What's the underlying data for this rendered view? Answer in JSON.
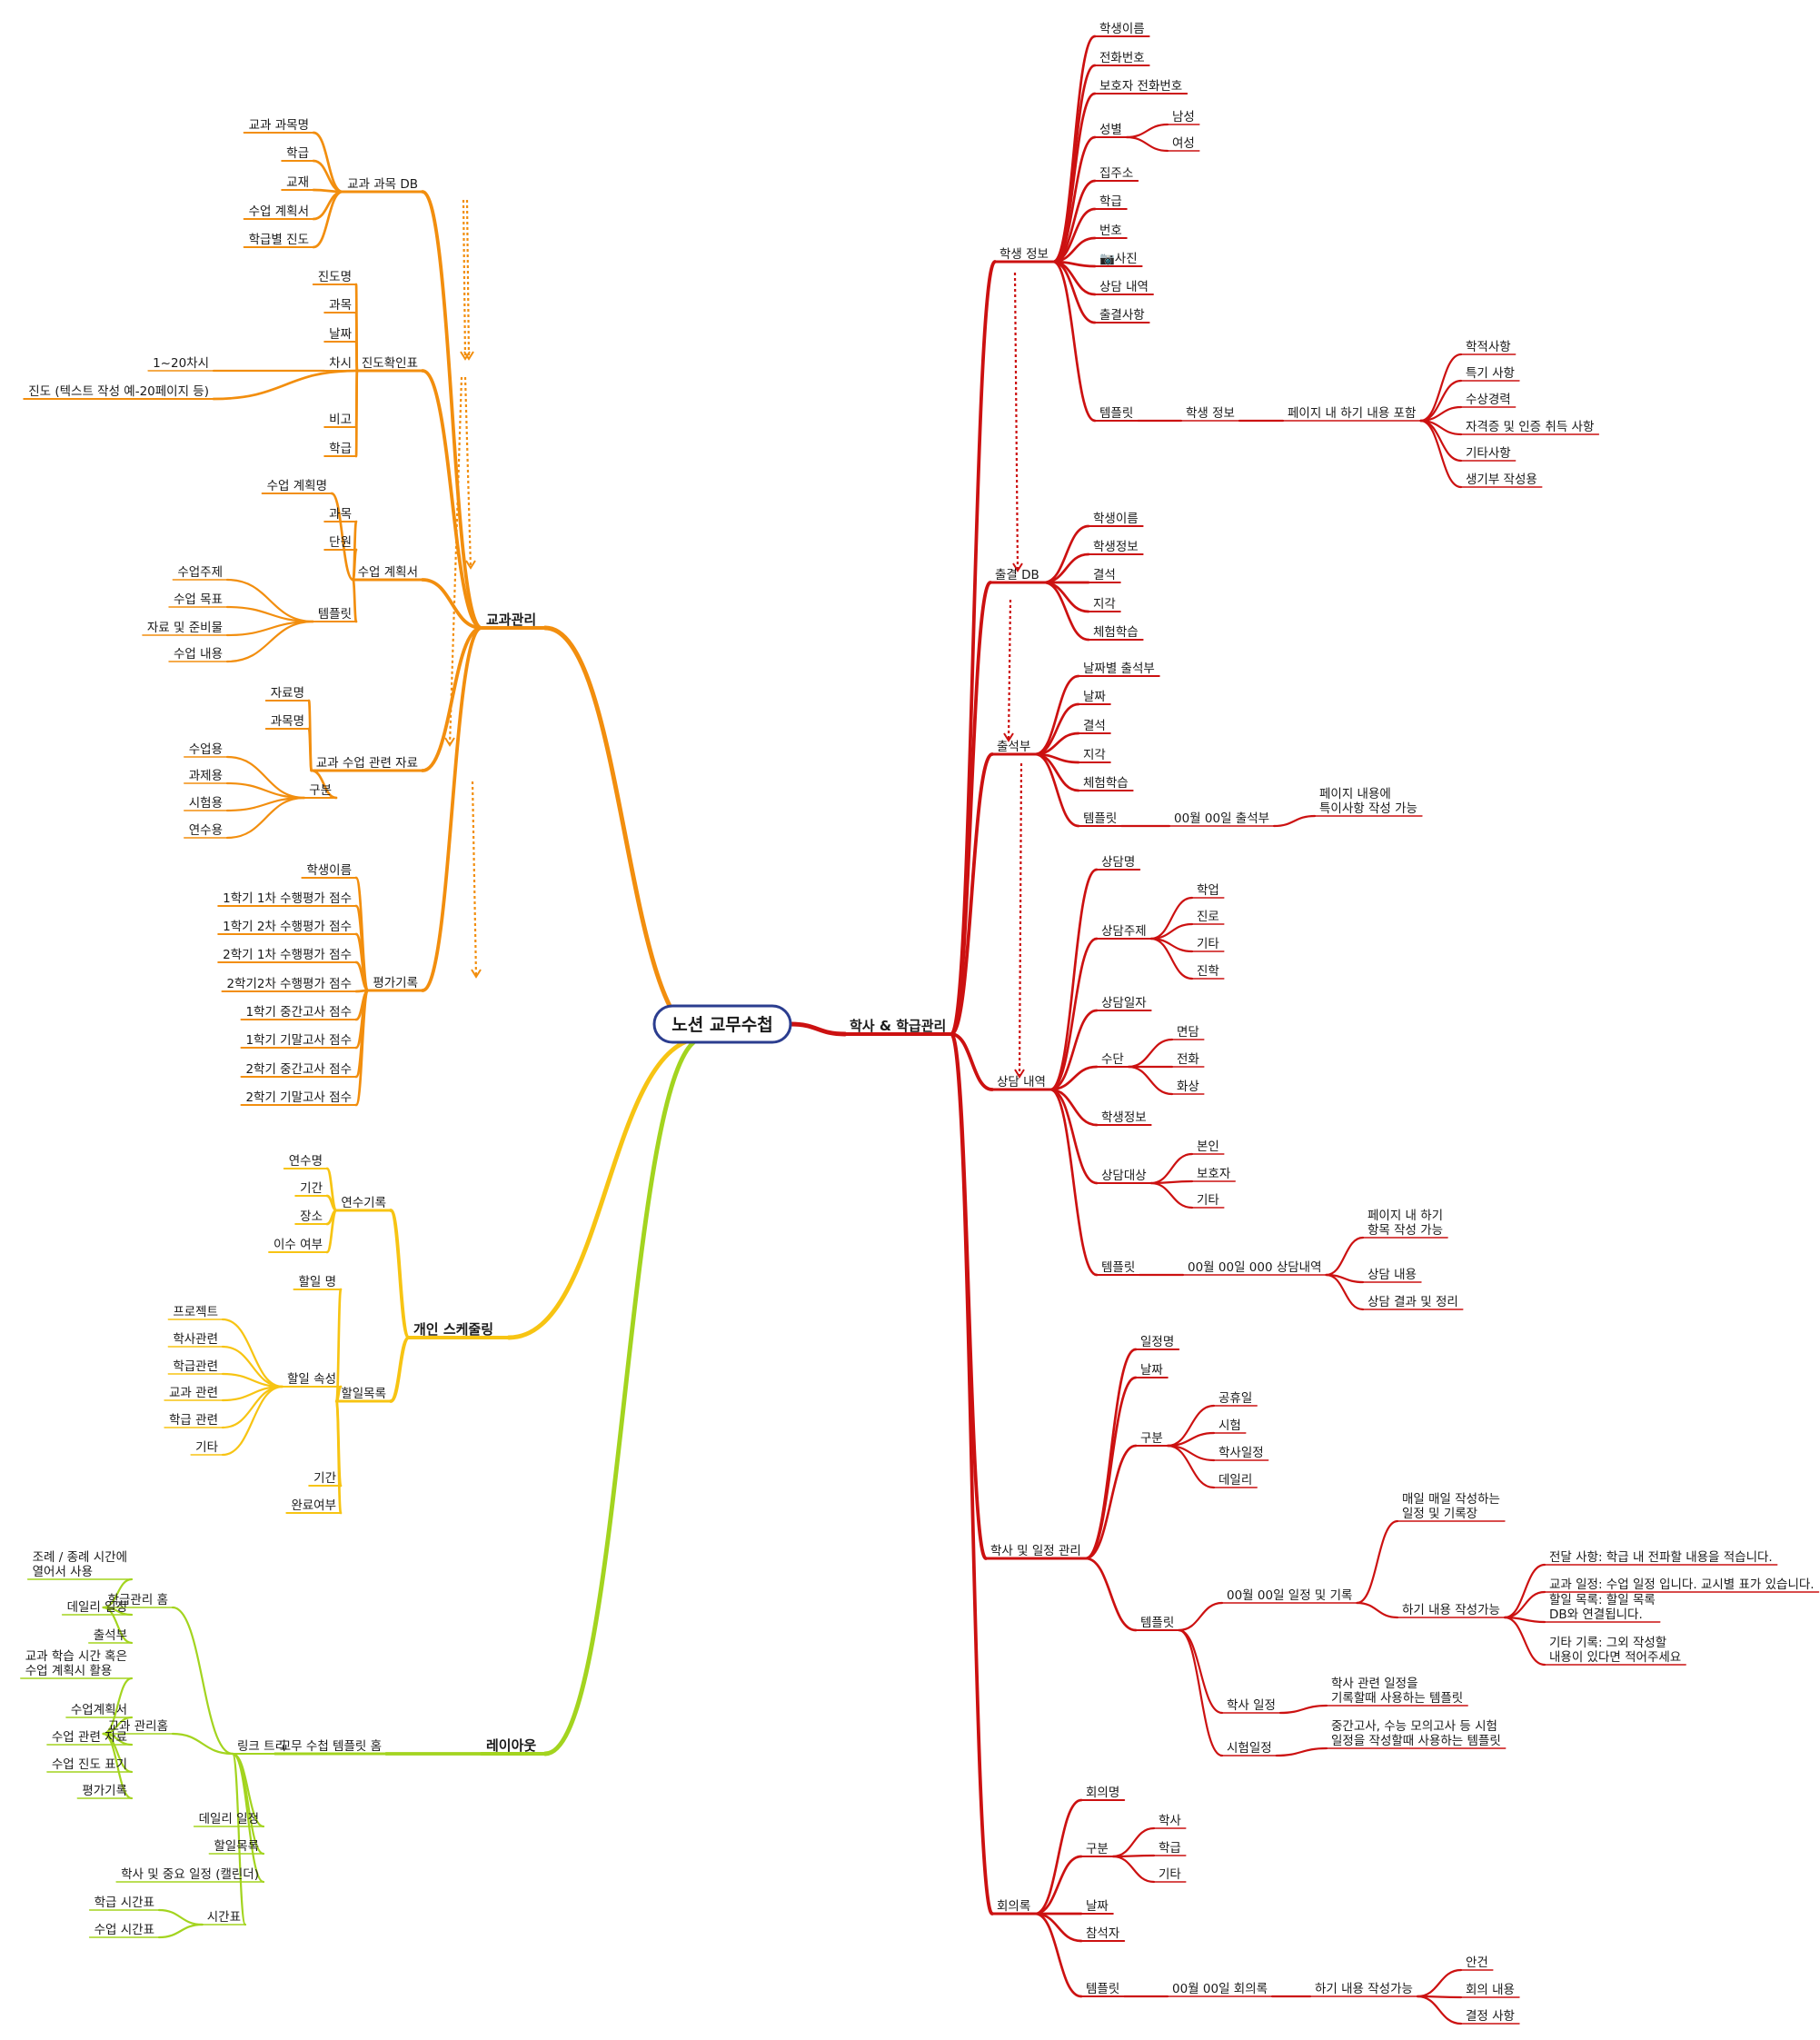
{
  "root": "노션 교무수첩",
  "branches": [
    {
      "label": "교과관리",
      "color": "#f28e0e",
      "children": [
        {
          "label": "교과 과목 DB",
          "children": [
            {
              "label": "교과 과목명"
            },
            {
              "label": "학급"
            },
            {
              "label": "교재"
            },
            {
              "label": "수업 계획서"
            },
            {
              "label": "학급별 진도"
            }
          ]
        },
        {
          "label": "진도확인표",
          "children": [
            {
              "label": "진도명"
            },
            {
              "label": "과목"
            },
            {
              "label": "날짜"
            },
            {
              "label": "차시",
              "children": [
                {
                  "label": "1~20차시"
                }
              ]
            },
            {
              "label": "진도 (텍스트 작성 예-20페이지 등)"
            },
            {
              "label": "비고"
            },
            {
              "label": "학급"
            }
          ]
        },
        {
          "label": "수업 계획서",
          "children": [
            {
              "label": "수업 계획명"
            },
            {
              "label": "과목"
            },
            {
              "label": "단원"
            },
            {
              "label": "템플릿",
              "children": [
                {
                  "label": "수업주제"
                },
                {
                  "label": "수업 목표"
                },
                {
                  "label": "자료 및 준비물"
                },
                {
                  "label": "수업 내용"
                }
              ]
            }
          ]
        },
        {
          "label": "교과 수업 관련 자료",
          "children": [
            {
              "label": "자료명"
            },
            {
              "label": "과목명"
            },
            {
              "label": "구분",
              "children": [
                {
                  "label": "수업용"
                },
                {
                  "label": "과제용"
                },
                {
                  "label": "시험용"
                },
                {
                  "label": "연수용"
                }
              ]
            }
          ]
        },
        {
          "label": "평가기록",
          "children": [
            {
              "label": "학생이름"
            },
            {
              "label": "1학기 1차 수행평가 점수"
            },
            {
              "label": "1학기 2차 수행평가 점수"
            },
            {
              "label": "2학기 1차 수행평가 점수"
            },
            {
              "label": "2학기2차 수행평가 점수"
            },
            {
              "label": "1학기 중간고사 점수"
            },
            {
              "label": "1학기 기말고사 점수"
            },
            {
              "label": "2학기 중간고사 점수"
            },
            {
              "label": "2학기 기말고사 점수"
            }
          ]
        }
      ]
    },
    {
      "label": "개인 스케줄링",
      "color": "#f7c413",
      "children": [
        {
          "label": "연수기록",
          "children": [
            {
              "label": "연수명"
            },
            {
              "label": "기간"
            },
            {
              "label": "장소"
            },
            {
              "label": "이수 여부"
            }
          ]
        },
        {
          "label": "할일목록",
          "children": [
            {
              "label": "할일 명"
            },
            {
              "label": "할일 속성",
              "children": [
                {
                  "label": "프로젝트"
                },
                {
                  "label": "학사관련"
                },
                {
                  "label": "학급관련"
                },
                {
                  "label": "교과 관련"
                },
                {
                  "label": "학급 관련"
                },
                {
                  "label": "기타"
                }
              ]
            },
            {
              "label": "기간"
            },
            {
              "label": "완료여부"
            }
          ]
        }
      ]
    },
    {
      "label": "레이아웃",
      "color": "#a3d41f",
      "children": [
        {
          "label": "교무 수첩 템플릿 홈",
          "children": [
            {
              "label": "링크 트리",
              "children": [
                {
                  "label": "학급관리 홈",
                  "children": [
                    {
                      "label": "조례 / 종례 시간에\n열어서 사용"
                    },
                    {
                      "label": "데일리 일정"
                    },
                    {
                      "label": "출석부"
                    }
                  ]
                },
                {
                  "label": "교과 관리홈",
                  "children": [
                    {
                      "label": "교과 학습 시간 혹은\n수업 계획시 활용"
                    },
                    {
                      "label": "수업계획서"
                    },
                    {
                      "label": "수업 관련 자료"
                    },
                    {
                      "label": "수업 진도 표기"
                    },
                    {
                      "label": "평가기록"
                    }
                  ]
                },
                {
                  "label": "데일리 일정"
                },
                {
                  "label": "할일목록"
                },
                {
                  "label": "학사 및 중요 일정 (캘린더)"
                },
                {
                  "label": "시간표",
                  "children": [
                    {
                      "label": "학급 시간표"
                    },
                    {
                      "label": "수업 시간표"
                    }
                  ]
                }
              ]
            }
          ]
        }
      ]
    },
    {
      "label": "학사 & 학급관리",
      "color": "#cc1111",
      "children": [
        {
          "label": "학생 정보",
          "children": [
            {
              "label": "학생이름"
            },
            {
              "label": "전화번호"
            },
            {
              "label": "보호자 전화번호"
            },
            {
              "label": "성별",
              "children": [
                {
                  "label": "남성"
                },
                {
                  "label": "여성"
                }
              ]
            },
            {
              "label": "집주소"
            },
            {
              "label": "학급"
            },
            {
              "label": "번호"
            },
            {
              "label": "📷사진"
            },
            {
              "label": "상담 내역"
            },
            {
              "label": "출결사항"
            },
            {
              "label": "템플릿",
              "children": [
                {
                  "label": "학생 정보",
                  "children": [
                    {
                      "label": "페이지 내 하기 내용 포함",
                      "children": [
                        {
                          "label": "학적사항"
                        },
                        {
                          "label": "특기 사항"
                        },
                        {
                          "label": "수상경력"
                        },
                        {
                          "label": "자격증 및 인증 취득 사항"
                        },
                        {
                          "label": "기타사항"
                        },
                        {
                          "label": "생기부 작성용"
                        }
                      ]
                    }
                  ]
                }
              ]
            }
          ]
        },
        {
          "label": "출결 DB",
          "children": [
            {
              "label": "학생이름"
            },
            {
              "label": "학생정보"
            },
            {
              "label": "결석"
            },
            {
              "label": "지각"
            },
            {
              "label": "체험학습"
            }
          ]
        },
        {
          "label": "출석부",
          "children": [
            {
              "label": "날짜별 출석부"
            },
            {
              "label": "날짜"
            },
            {
              "label": "결석"
            },
            {
              "label": "지각"
            },
            {
              "label": "체험학습"
            },
            {
              "label": "템플릿",
              "children": [
                {
                  "label": "00월 00일 출석부",
                  "children": [
                    {
                      "label": "페이지 내용에\n특이사항 작성 가능"
                    }
                  ]
                }
              ]
            }
          ]
        },
        {
          "label": "상담 내역",
          "children": [
            {
              "label": "상담명"
            },
            {
              "label": "상담주제",
              "children": [
                {
                  "label": "학업"
                },
                {
                  "label": "진로"
                },
                {
                  "label": "기타"
                },
                {
                  "label": "진학"
                }
              ]
            },
            {
              "label": "상담일자"
            },
            {
              "label": "수단",
              "children": [
                {
                  "label": "면담"
                },
                {
                  "label": "전화"
                },
                {
                  "label": "화상"
                }
              ]
            },
            {
              "label": "학생정보"
            },
            {
              "label": "상담대상",
              "children": [
                {
                  "label": "본인"
                },
                {
                  "label": "보호자"
                },
                {
                  "label": "기타"
                }
              ]
            },
            {
              "label": "템플릿",
              "children": [
                {
                  "label": "00월 00일 000 상담내역",
                  "children": [
                    {
                      "label": "페이지 내 하기\n항목 작성 가능"
                    },
                    {
                      "label": "상담 내용"
                    },
                    {
                      "label": "상담 결과 및 정리"
                    }
                  ]
                }
              ]
            }
          ]
        },
        {
          "label": "학사 및 일정 관리",
          "children": [
            {
              "label": "일정명"
            },
            {
              "label": "날짜"
            },
            {
              "label": "구분",
              "children": [
                {
                  "label": "공휴일"
                },
                {
                  "label": "시험"
                },
                {
                  "label": "학사일정"
                },
                {
                  "label": "데일리"
                }
              ]
            },
            {
              "label": "템플릿",
              "children": [
                {
                  "label": "00월 00일 일정 및 기록",
                  "children": [
                    {
                      "label": "매일 매일 작성하는\n일정 및 기록장"
                    },
                    {
                      "label": "하기 내용 작성가능",
                      "children": [
                        {
                          "label": "전달 사항: 학급 내 전파할 내용을 적습니다."
                        },
                        {
                          "label": "교과 일정: 수업 일정 입니다. 교시별 표가 있습니다."
                        },
                        {
                          "label": "할일 목록: 할일 목록\nDB와 연결됩니다."
                        },
                        {
                          "label": "기타 기록: 그외 작성할\n내용이 있다면 적어주세요"
                        }
                      ]
                    }
                  ]
                },
                {
                  "label": "학사 일정",
                  "children": [
                    {
                      "label": "학사 관련 일정을\n기록할때 사용하는 템플릿"
                    }
                  ]
                },
                {
                  "label": "시험일정",
                  "children": [
                    {
                      "label": "중간고사, 수능 모의고사 등 시험\n일정을 작성할때 사용하는 템플릿"
                    }
                  ]
                }
              ]
            }
          ]
        },
        {
          "label": "회의록",
          "children": [
            {
              "label": "회의명"
            },
            {
              "label": "구분",
              "children": [
                {
                  "label": "학사"
                },
                {
                  "label": "학급"
                },
                {
                  "label": "기타"
                }
              ]
            },
            {
              "label": "날짜"
            },
            {
              "label": "참석자"
            },
            {
              "label": "템플릿",
              "children": [
                {
                  "label": "00월 00일 회의록",
                  "children": [
                    {
                      "label": "하기 내용 작성가능",
                      "children": [
                        {
                          "label": "안건"
                        },
                        {
                          "label": "회의 내용"
                        },
                        {
                          "label": "결정 사항"
                        }
                      ]
                    }
                  ]
                }
              ]
            }
          ]
        }
      ]
    }
  ]
}
